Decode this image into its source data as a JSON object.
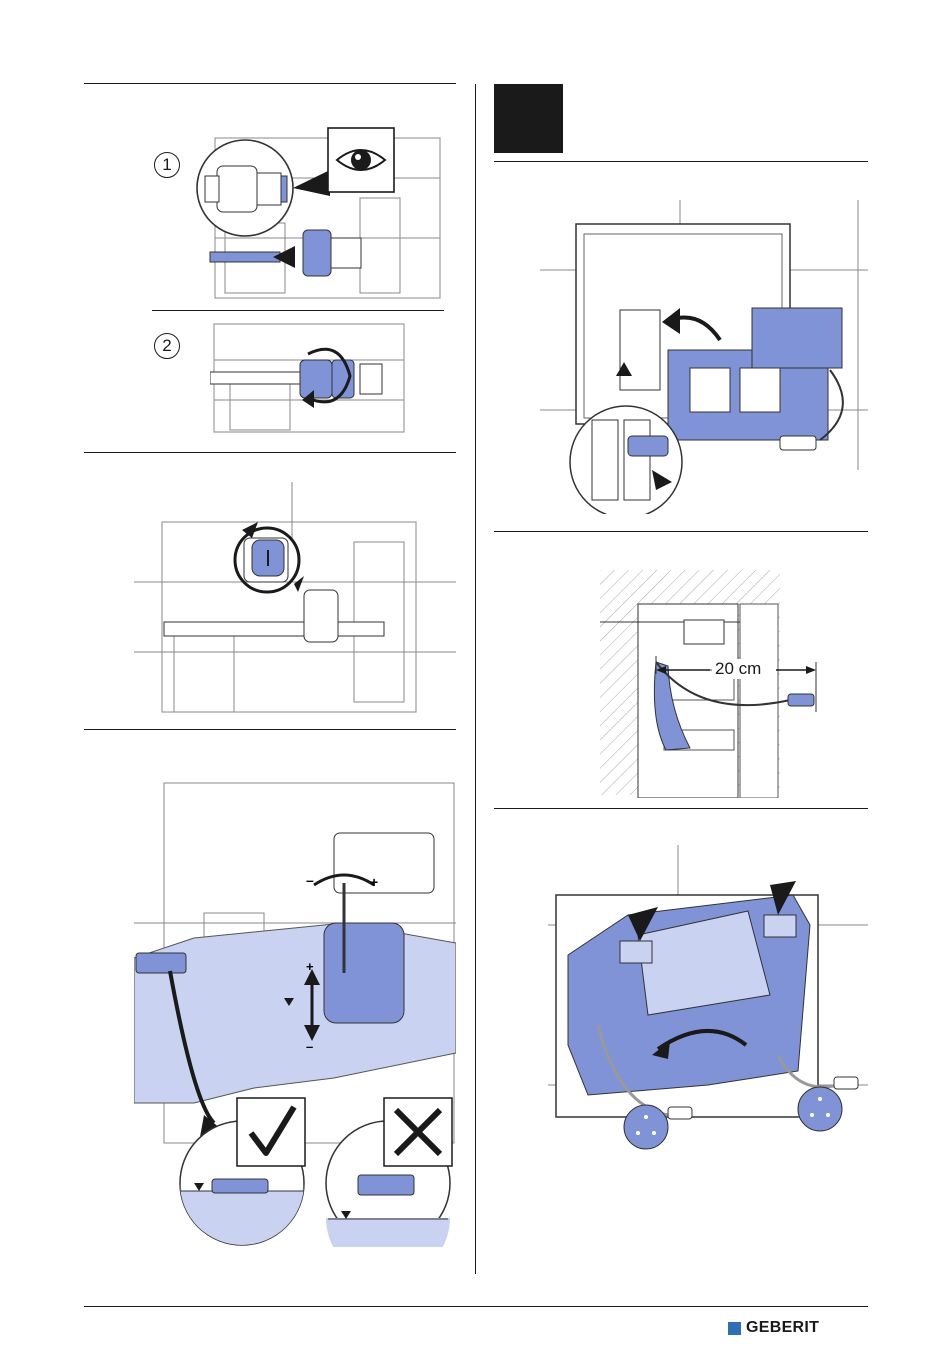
{
  "page": {
    "step_numbers": [
      "1",
      "2"
    ],
    "measurement_label": "20 cm",
    "brand": {
      "name": "GEBERIT",
      "color": "#2f6fb6"
    }
  },
  "colors": {
    "accent_blue": "#7f93d6",
    "light_blue": "#c9d2f0",
    "ink": "#1a1a1a"
  },
  "icons": [
    "eye-icon",
    "checkmark-icon",
    "cross-icon",
    "rotate-arrow-icon",
    "push-arrow-icon",
    "plus-minus-icon",
    "water-level-triangle-icon"
  ]
}
